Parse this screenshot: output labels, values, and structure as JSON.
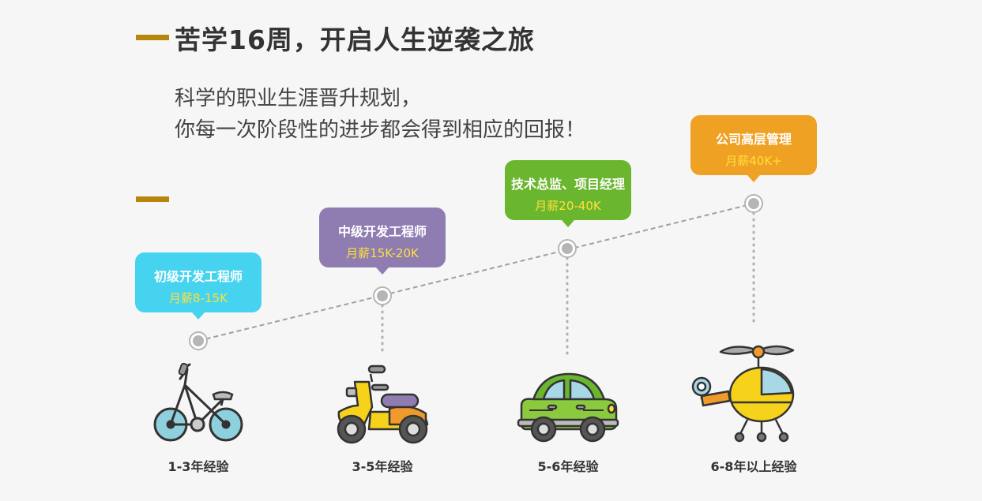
{
  "header": {
    "title": "苦学16周，开启人生逆袭之旅",
    "subtitle_line1": "科学的职业生涯晋升规划，",
    "subtitle_line2": "你每一次阶段性的进步都会得到相应的回报！"
  },
  "stages": [
    {
      "role": "初级开发工程师",
      "salary": "月薪8-15K",
      "experience": "1-3年经验",
      "vehicle": "bicycle-icon",
      "color": "#46d3ef"
    },
    {
      "role": "中级开发工程师",
      "salary": "月薪15K-20K",
      "experience": "3-5年经验",
      "vehicle": "scooter-icon",
      "color": "#8f7db2"
    },
    {
      "role": "技术总监、项目经理",
      "salary": "月薪20-40K",
      "experience": "5-6年经验",
      "vehicle": "car-icon",
      "color": "#6ab62e"
    },
    {
      "role": "公司高层管理",
      "salary": "月薪40K+",
      "experience": "6-8年以上经验",
      "vehicle": "helicopter-icon",
      "color": "#efa124"
    }
  ],
  "colors": {
    "accent_bar": "#b8860b",
    "salary_text": "#ffe03a"
  }
}
